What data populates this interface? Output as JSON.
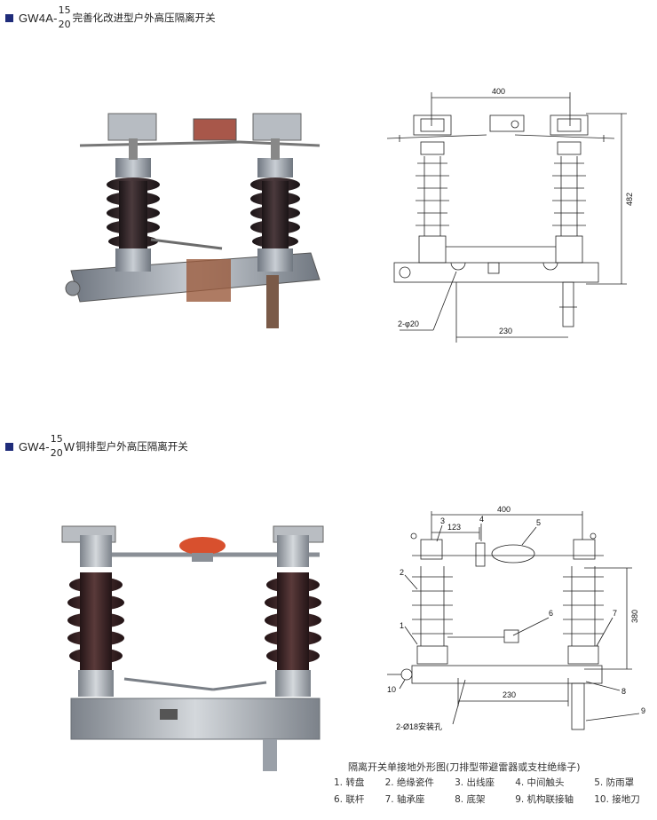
{
  "section1": {
    "model_prefix": "GW4A-",
    "frac_top": "15",
    "frac_bottom": "20",
    "description": "完善化改进型户外高压隔离开关"
  },
  "section2": {
    "model_prefix": "GW4-",
    "frac_top": "15",
    "frac_bottom": "20",
    "model_suffix": "W",
    "description": "铜排型户外高压隔离开关"
  },
  "drawing1": {
    "width_dim": "400",
    "height_dim": "482",
    "base_dim": "230",
    "hole_label": "2-φ20"
  },
  "drawing2": {
    "width_dim": "400",
    "offset_dim": "123",
    "height_dim": "380",
    "base_dim": "230",
    "hole_label": "2-Ø18安装孔",
    "callouts": [
      "1",
      "2",
      "3",
      "4",
      "5",
      "6",
      "7",
      "8",
      "9",
      "10"
    ]
  },
  "caption": "隔离开关单接地外形图(刀排型带避雷器或支柱绝缘子)",
  "legend": [
    "1. 转盘",
    "2. 绝缘瓷件",
    "3. 出线座",
    "4. 中间触头",
    "5. 防雨罩",
    "6. 联杆",
    "7. 轴承座",
    "8. 底架",
    "9. 机构联接轴",
    "10. 接地刀"
  ],
  "colors": {
    "bullet": "#1f2c7a",
    "porcelain_dark": "#2e1f22",
    "porcelain_brown": "#4a2a28",
    "metal": "#9aa0a8",
    "contact_red": "#d8502e"
  }
}
